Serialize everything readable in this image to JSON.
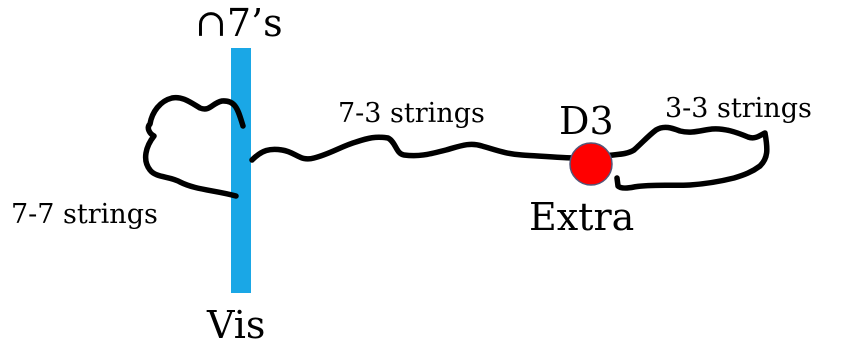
{
  "labels": {
    "top_brane": "∩7’s",
    "bottom_brane": "Vis",
    "seven_seven": "7-7 strings",
    "seven_three": "7-3 strings",
    "three_three": "3-3 strings",
    "d3": "D3",
    "extra": "Extra"
  },
  "colors": {
    "brane": "#1aa7e6",
    "d3_fill": "#ff0000",
    "d3_stroke": "#555577",
    "string": "#000000"
  }
}
